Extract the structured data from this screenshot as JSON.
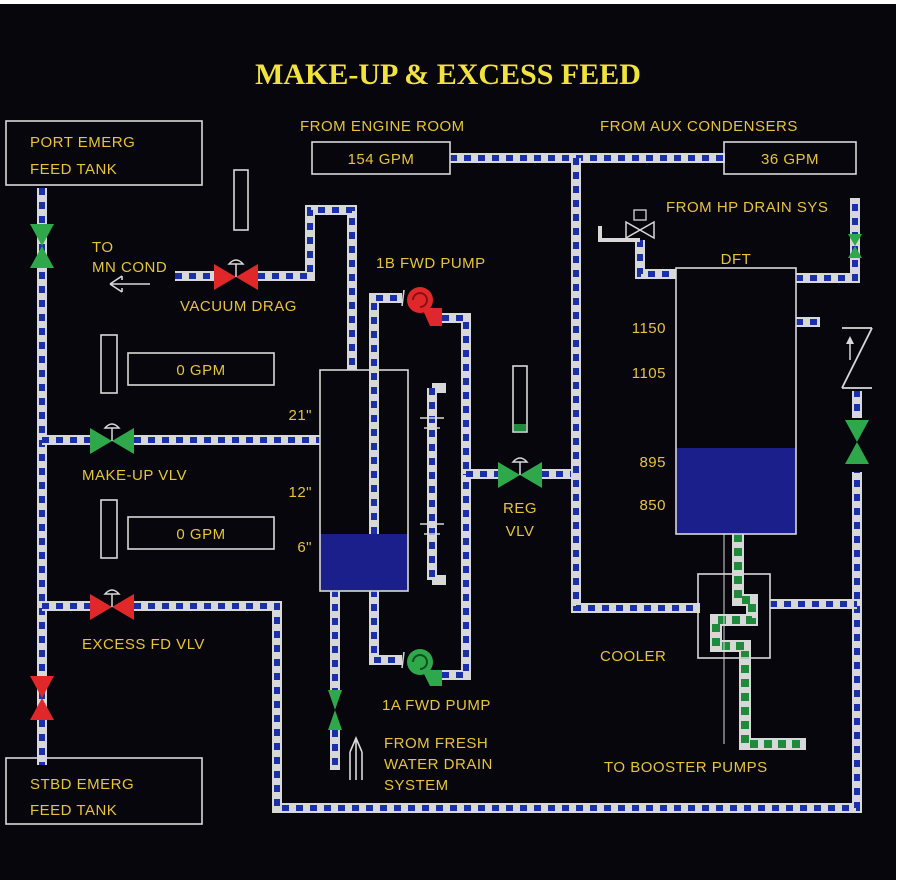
{
  "title": "MAKE-UP & EXCESS FEED",
  "sources": {
    "engine_room": {
      "label": "FROM ENGINE ROOM",
      "flow": "154 GPM"
    },
    "aux_condensers": {
      "label": "FROM AUX CONDENSERS",
      "flow": "36 GPM"
    },
    "hp_drain": "FROM HP DRAIN SYS"
  },
  "tanks": {
    "port": {
      "line1": "PORT EMERG",
      "line2": "FEED TANK"
    },
    "stbd": {
      "line1": "STBD EMERG",
      "line2": "FEED TANK"
    },
    "dft": "DFT"
  },
  "to_mn_cond": {
    "line1": "TO",
    "line2": "MN COND"
  },
  "valves": {
    "vacuum_drag": "VACUUM DRAG",
    "make_up": "MAKE-UP VLV",
    "excess_fd": "EXCESS FD VLV",
    "reg_line1": "REG",
    "reg_line2": "VLV"
  },
  "flow_readouts": {
    "make_up": "0 GPM",
    "excess": "0 GPM"
  },
  "pumps": {
    "b": "1B FWD PUMP",
    "a": "1A FWD PUMP"
  },
  "feed_tank_levels": {
    "l21": "21\"",
    "l12": "12\"",
    "l6": "6\"",
    "fill_fraction": 0.25
  },
  "dft_levels": {
    "l1150": "1150",
    "l1105": "1105",
    "l895": "895",
    "l850": "850",
    "fill_fraction": 0.3
  },
  "fresh_water": {
    "line1": "FROM FRESH",
    "line2": "WATER DRAIN",
    "line3": "SYSTEM"
  },
  "cooler": "COOLER",
  "to_booster": "TO BOOSTER PUMPS",
  "colors": {
    "valve_open": "#2ea84a",
    "valve_closed": "#e0282a",
    "water": "#1a1f8c",
    "label": "#e8c33a",
    "title": "#f2e23c"
  }
}
